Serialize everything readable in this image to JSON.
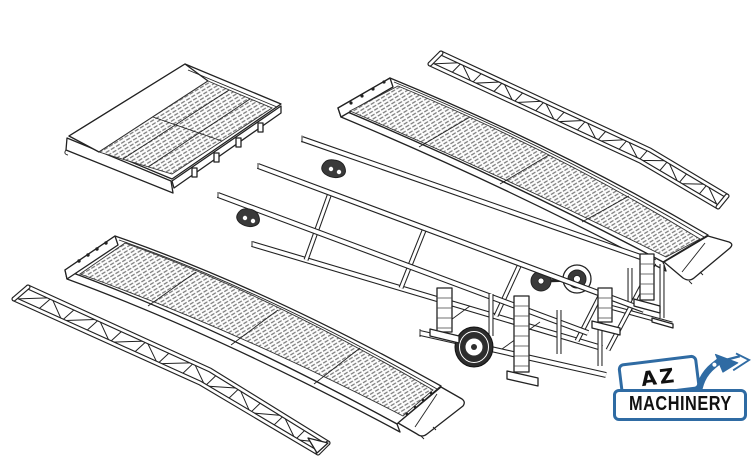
{
  "page": {
    "background_color": "#ffffff",
    "line_color": "#222222",
    "mesh_line_color": "#707070"
  },
  "drawing": {
    "kind": "exploded isometric technical line drawing",
    "parts": [
      "levelling-platform",
      "right-guard-rail-truss",
      "right-loading-ramp",
      "trailer-chassis",
      "left-loading-ramp",
      "left-guard-rail-truss"
    ]
  },
  "logo": {
    "line1": "AZ",
    "line2": "MACHINERY",
    "accent_color": "#2f6ba3",
    "text_color": "#111111"
  }
}
